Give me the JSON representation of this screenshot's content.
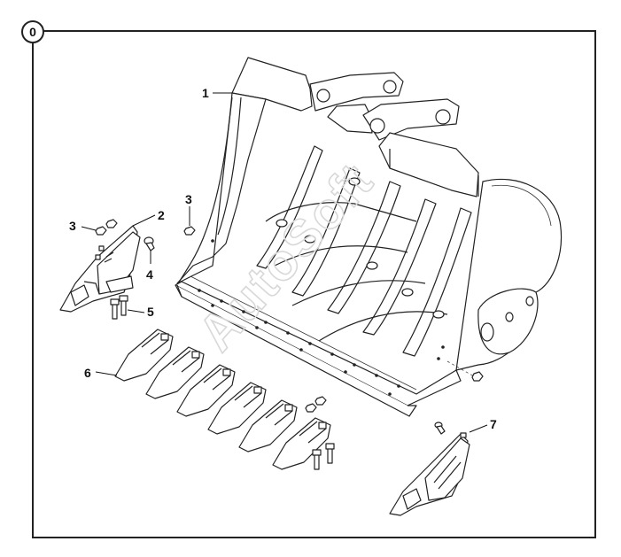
{
  "figure": {
    "badge": "0"
  },
  "watermark": "AutoSoft",
  "callouts": [
    {
      "id": "c1",
      "text": "1",
      "part": "bucket"
    },
    {
      "id": "c2",
      "text": "2",
      "part": "side cutter"
    },
    {
      "id": "c3a",
      "text": "3",
      "part": "nut"
    },
    {
      "id": "c3b",
      "text": "3",
      "part": "nut"
    },
    {
      "id": "c4",
      "text": "4",
      "part": "bolt"
    },
    {
      "id": "c5",
      "text": "5",
      "part": "bolt"
    },
    {
      "id": "c6",
      "text": "6",
      "part": "tooth"
    },
    {
      "id": "c7",
      "text": "7",
      "part": "side cutter"
    }
  ],
  "colors": {
    "line": "#222222",
    "frame": "#222222",
    "watermark": "#d8d8d8"
  }
}
